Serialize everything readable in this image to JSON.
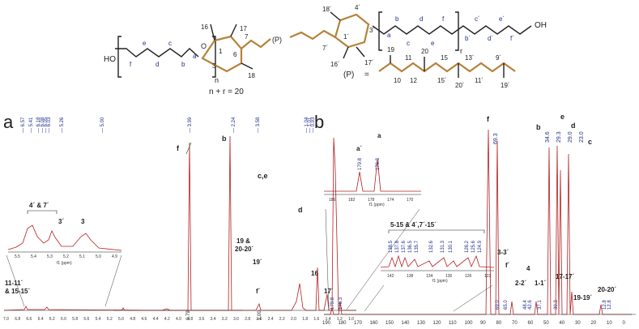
{
  "structure": {
    "ring_left": [
      "16",
      "17",
      "1",
      "6",
      "3",
      "18",
      "7"
    ],
    "ring_right": [
      "18´",
      "4´",
      "3´",
      "1´",
      "7´",
      "16´",
      "17´"
    ],
    "chain_left": [
      "f",
      "e",
      "d",
      "c",
      "b",
      "a"
    ],
    "chain_right": [
      "b",
      "c",
      "d",
      "e",
      "f",
      "a",
      "b´",
      "c´",
      "d´",
      "e´",
      "f´"
    ],
    "n_label": "n",
    "r_label": "r",
    "p_label": "(P)",
    "p_bracket": "(P)",
    "ho": "HO",
    "oh": "OH",
    "o": "O",
    "formula_note": "n + r = 20",
    "polyene_labels": [
      "19",
      "11",
      "20",
      "15",
      "13´",
      "9´",
      "10",
      "12",
      "15´",
      "11´",
      "20´",
      "19´"
    ],
    "p_equals": "="
  },
  "panel_a": {
    "label": "a",
    "top_peaks": [
      "6.57",
      "6.18",
      "6.08",
      "6.05",
      "6.03",
      "5.41",
      "5.26",
      "5.00",
      "3.99",
      "3.58",
      "2.24",
      "1.04",
      "1.01",
      "0.93"
    ],
    "assign": {
      "f": "f",
      "f_prime": "f´",
      "b": "b",
      "ce": "c,e",
      "d": "d",
      "sixteen": "16",
      "seventeen": "17´",
      "nineteen_a": "19 &",
      "nineteen_b": "20-20´",
      "nineteen_prime": "19´",
      "eleven_a": "11-11´",
      "eleven_b": "& 15-15´"
    },
    "inset_labels": {
      "group": "4´ & 7´",
      "p3prime": "3´",
      "p3": "3"
    },
    "inset_axis": [
      "5.5",
      "5.4",
      "5.3",
      "5.2",
      "5.1",
      "5.0",
      "4.9"
    ],
    "inset_axis_title": "f1 (ppm)",
    "integrals": [
      "9.79",
      "1.00"
    ],
    "x_ticks": [
      "7.0",
      "6.8",
      "6.6",
      "6.4",
      "6.2",
      "6.0",
      "5.8",
      "5.6",
      "5.4",
      "5.2",
      "5.0",
      "4.8",
      "4.6",
      "4.4",
      "4.2",
      "4.0",
      "3.8",
      "3.6",
      "3.4",
      "3.2",
      "3.0",
      "2.8",
      "2.6",
      "2.4",
      "2.2",
      "2.0",
      "1.8",
      "1.6",
      "1.4",
      "1.2",
      "1.0"
    ]
  },
  "panel_b": {
    "label": "b",
    "peak_f_value": "69.3",
    "peak_b_values": [
      "34.6",
      "29.3",
      "29.0",
      "23.0"
    ],
    "assign": {
      "f": "f",
      "b": "b",
      "e": "e",
      "d": "d",
      "c": "c",
      "a": "a",
      "a_prime": "a´",
      "f_prime": "f´",
      "three": "3-3´",
      "four": "4",
      "two": "2-2´",
      "one": "1-1´",
      "seventeen": "17-17´",
      "nineteen": "19-19´",
      "twenty": "20-20´",
      "polyene": "5-15 & 4´,7´-15´"
    },
    "inset1_peaks": [
      "179.8",
      "176.3"
    ],
    "inset1_axis": [
      "186",
      "182",
      "178",
      "174",
      "170"
    ],
    "inset1_axis_title": "f1 (ppm)",
    "inset2_peaks": [
      "138.5",
      "137.8",
      "137.6",
      "136.5",
      "135.7",
      "132.6",
      "131.3",
      "130.1",
      "126.2",
      "125.6",
      "124.9"
    ],
    "inset2_axis": [
      "142",
      "138",
      "134",
      "130",
      "126",
      "122"
    ],
    "inset2_axis_title": "f1 (ppm)",
    "low_peaks": [
      "179.8",
      "176.3",
      "69.0",
      "65.0",
      "48.4",
      "42.6",
      "37.1",
      "30.3",
      "12.8",
      "12.8"
    ],
    "x_ticks": [
      "190",
      "180",
      "170",
      "160",
      "150",
      "140",
      "130",
      "120",
      "110",
      "100",
      "90",
      "80",
      "70",
      "60",
      "50",
      "40",
      "30",
      "20",
      "10",
      "0"
    ]
  },
  "colors": {
    "ink": "#202020",
    "blue": "#1f2f8a",
    "brown": "#c08a3a",
    "red": "#b32020",
    "green": "#2f7a2f"
  }
}
